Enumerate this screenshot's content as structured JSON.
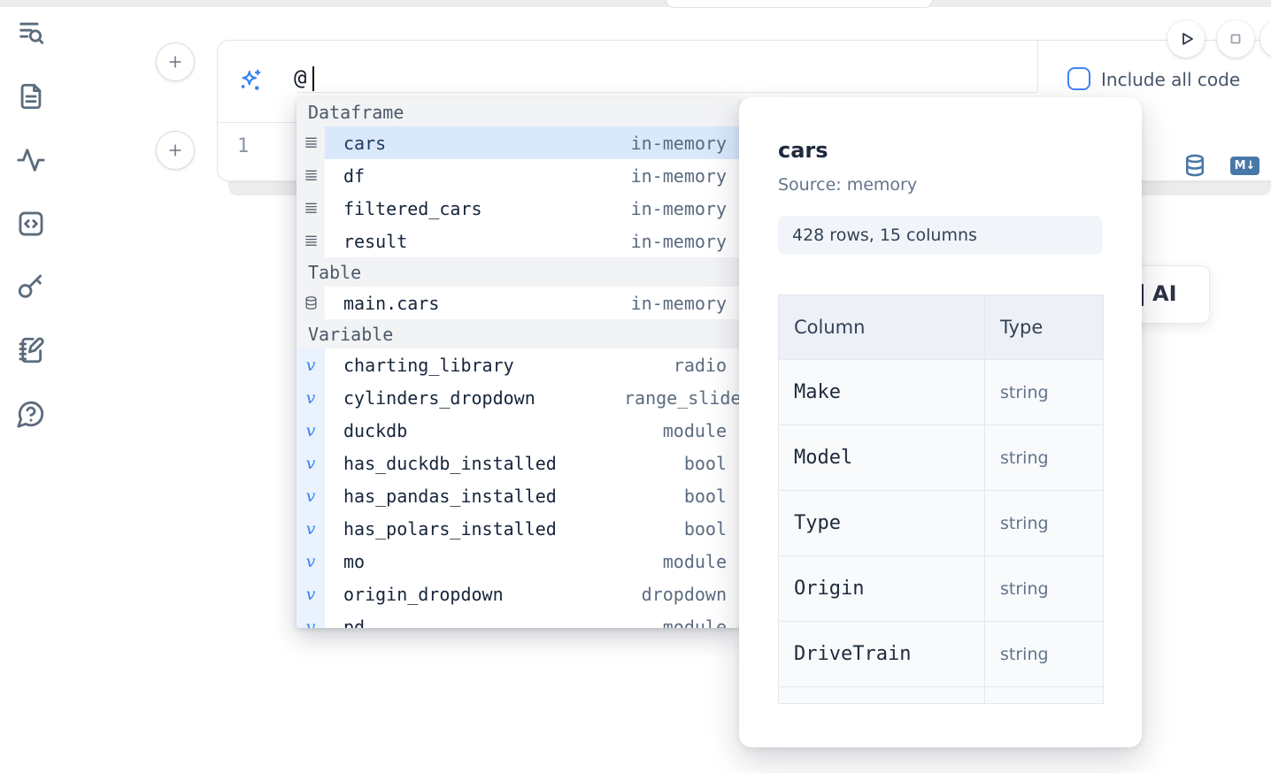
{
  "colors": {
    "accent_blue": "#3b82f6",
    "steel_blue": "#4878a8",
    "selected_row_bg": "#d9e9fb",
    "sidebar_icon": "#5b6b7d",
    "panel_badge_bg": "#f1f5f9"
  },
  "prompt_bar": {
    "input_value": "@",
    "include_all_code": {
      "label": "Include all code",
      "checked": false
    }
  },
  "cell": {
    "line_number": "1"
  },
  "ai_card": {
    "label": "AI"
  },
  "markdown_badge": "M↓",
  "autocomplete": {
    "sections": [
      {
        "label": "Dataframe",
        "items": [
          {
            "icon": "rows-icon",
            "label": "cars",
            "type": "in-memory",
            "selected": true
          },
          {
            "icon": "rows-icon",
            "label": "df",
            "type": "in-memory",
            "selected": false
          },
          {
            "icon": "rows-icon",
            "label": "filtered_cars",
            "type": "in-memory",
            "selected": false
          },
          {
            "icon": "rows-icon",
            "label": "result",
            "type": "in-memory",
            "selected": false
          }
        ]
      },
      {
        "label": "Table",
        "items": [
          {
            "icon": "database-icon",
            "label": "main.cars",
            "type": "in-memory",
            "selected": false
          }
        ]
      },
      {
        "label": "Variable",
        "items": [
          {
            "icon": "variable-icon",
            "label": "charting_library",
            "type": "radio",
            "selected": false
          },
          {
            "icon": "variable-icon",
            "label": "cylinders_dropdown",
            "type": "range_slider",
            "selected": false
          },
          {
            "icon": "variable-icon",
            "label": "duckdb",
            "type": "module",
            "selected": false
          },
          {
            "icon": "variable-icon",
            "label": "has_duckdb_installed",
            "type": "bool",
            "selected": false
          },
          {
            "icon": "variable-icon",
            "label": "has_pandas_installed",
            "type": "bool",
            "selected": false
          },
          {
            "icon": "variable-icon",
            "label": "has_polars_installed",
            "type": "bool",
            "selected": false
          },
          {
            "icon": "variable-icon",
            "label": "mo",
            "type": "module",
            "selected": false
          },
          {
            "icon": "variable-icon",
            "label": "origin_dropdown",
            "type": "dropdown",
            "selected": false
          },
          {
            "icon": "variable-icon",
            "label": "pd",
            "type": "module",
            "selected": false
          }
        ]
      }
    ]
  },
  "preview_panel": {
    "title": "cars",
    "source": "Source: memory",
    "shape_badge": "428 rows, 15 columns",
    "table": {
      "headers": [
        "Column",
        "Type"
      ],
      "rows": [
        [
          "Make",
          "string"
        ],
        [
          "Model",
          "string"
        ],
        [
          "Type",
          "string"
        ],
        [
          "Origin",
          "string"
        ],
        [
          "DriveTrain",
          "string"
        ]
      ]
    }
  }
}
